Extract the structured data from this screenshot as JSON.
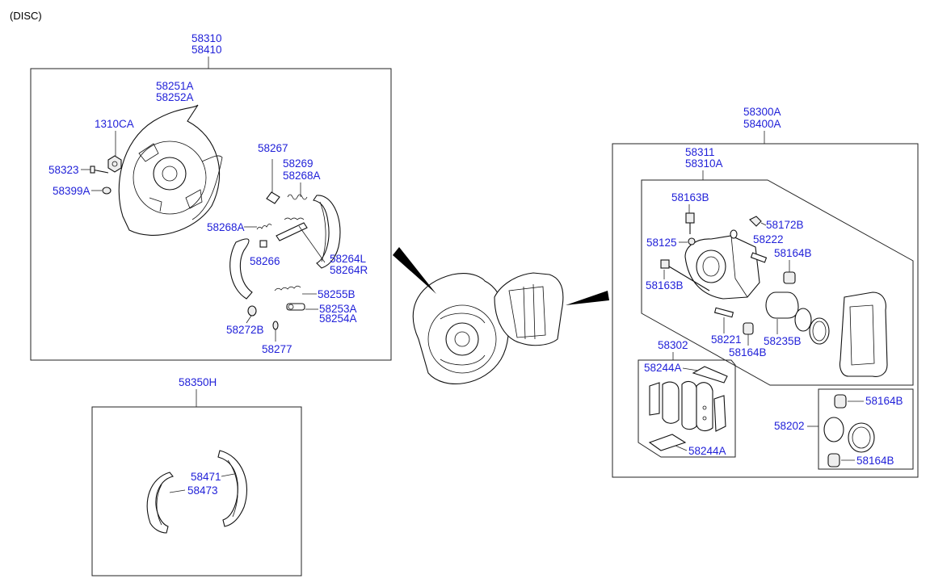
{
  "header": {
    "title": "(DISC)"
  },
  "groups": {
    "drum_brake": {
      "labels": [
        "58310",
        "58410"
      ]
    },
    "parking_shoe": {
      "labels": [
        "58350H"
      ]
    },
    "caliper_assembly": {
      "labels": [
        "58300A",
        "58400A"
      ]
    },
    "caliper_sub": {
      "labels": [
        "58311",
        "58310A"
      ]
    },
    "pad_kit": {
      "labels": [
        "58302"
      ]
    },
    "seal_kit": {
      "labels": [
        "58202"
      ]
    }
  },
  "parts": {
    "p58251A": "58251A",
    "p58252A": "58252A",
    "p1310CA": "1310CA",
    "p58323": "58323",
    "p58399A": "58399A",
    "p58267": "58267",
    "p58269": "58269",
    "p58268A_top": "58268A",
    "p58268A_left": "58268A",
    "p58266": "58266",
    "p58264L": "58264L",
    "p58264R": "58264R",
    "p58255B": "58255B",
    "p58253A": "58253A",
    "p58254A": "58254A",
    "p58272B": "58272B",
    "p58277": "58277",
    "p58471": "58471",
    "p58473": "58473",
    "p58163B_top": "58163B",
    "p58172B": "58172B",
    "p58125": "58125",
    "p58222": "58222",
    "p58164B_a": "58164B",
    "p58163B_low": "58163B",
    "p58221": "58221",
    "p58164B_b": "58164B",
    "p58235B": "58235B",
    "p58244A_top": "58244A",
    "p58244A_bot": "58244A",
    "p58164B_c": "58164B",
    "p58164B_d": "58164B"
  }
}
